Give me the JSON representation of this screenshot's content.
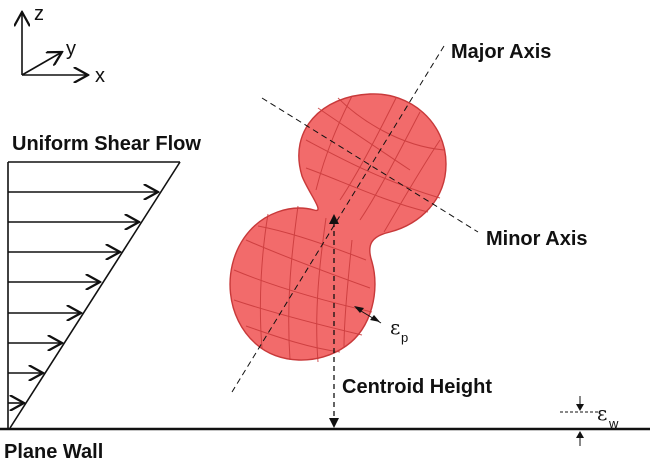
{
  "coordinate_axes": {
    "z": "z",
    "y": "y",
    "x": "x"
  },
  "labels": {
    "major_axis": "Major Axis",
    "minor_axis": "Minor Axis",
    "shear_flow": "Uniform Shear Flow",
    "centroid_height": "Centroid Height",
    "plane_wall": "Plane Wall"
  },
  "epsilon": {
    "particle": {
      "symbol": "ε",
      "subscript": "p"
    },
    "wall": {
      "symbol": "ε",
      "subscript": "w"
    }
  },
  "colors": {
    "particle_fill": "#f26b6b",
    "particle_mesh": "#c8393a",
    "ink": "#111111"
  }
}
